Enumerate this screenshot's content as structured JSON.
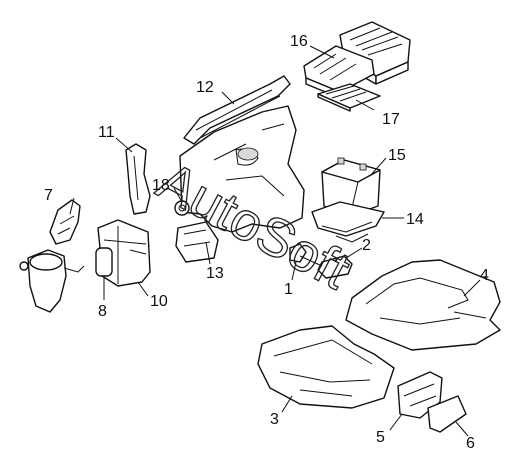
{
  "watermark": "AutoSoft",
  "callouts": [
    {
      "id": "1",
      "label": "1"
    },
    {
      "id": "2",
      "label": "2"
    },
    {
      "id": "3",
      "label": "3"
    },
    {
      "id": "4",
      "label": "4"
    },
    {
      "id": "5",
      "label": "5"
    },
    {
      "id": "6",
      "label": "6"
    },
    {
      "id": "7",
      "label": "7"
    },
    {
      "id": "8",
      "label": "8"
    },
    {
      "id": "10",
      "label": "10"
    },
    {
      "id": "11",
      "label": "11"
    },
    {
      "id": "12",
      "label": "12"
    },
    {
      "id": "13",
      "label": "13"
    },
    {
      "id": "14",
      "label": "14"
    },
    {
      "id": "15",
      "label": "15"
    },
    {
      "id": "16",
      "label": "16"
    },
    {
      "id": "17",
      "label": "17"
    },
    {
      "id": "18",
      "label": "18"
    }
  ],
  "colors": {
    "line": "#111111",
    "background": "#ffffff"
  }
}
